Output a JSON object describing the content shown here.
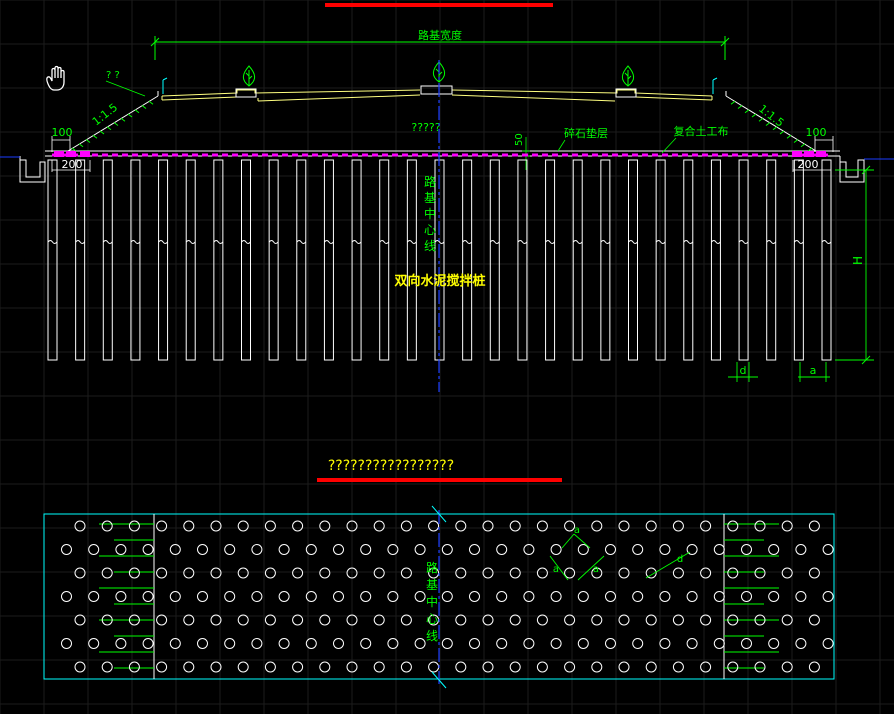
{
  "section": {
    "road_width_label": "路基宽度",
    "slope_label_left": "1:1.5",
    "slope_label_right": "1:1.5",
    "question_label_left": "? ?",
    "center_question_label": "?????",
    "dim_100_left": "100",
    "dim_100_right": "100",
    "dim_200_left": "200",
    "dim_200_right": "200",
    "dim_50": "50",
    "gravel_label": "碎石垫层",
    "geotextile_label": "复合土工布",
    "centerline_label": "路基中心线",
    "pile_label": "双向水泥搅拌桩",
    "height_label": "H",
    "pile_d_label": "d",
    "pile_a_label": "a",
    "pile_count": 29
  },
  "plan": {
    "title": "?????????????????",
    "centerline_label": "路基中心线",
    "a_label": "a",
    "d_label": "d",
    "rows": 7
  },
  "colors": {
    "background": "#000000",
    "grid": "#1b1b1b",
    "line": "#ffffff",
    "dimension": "#00ff00",
    "centerline": "#1a3cff",
    "magenta": "#ff00ff",
    "plan_border": "#00ffff",
    "red_bar": "#ff0000",
    "yellow": "#ffff00",
    "tree": "#00ff00"
  }
}
